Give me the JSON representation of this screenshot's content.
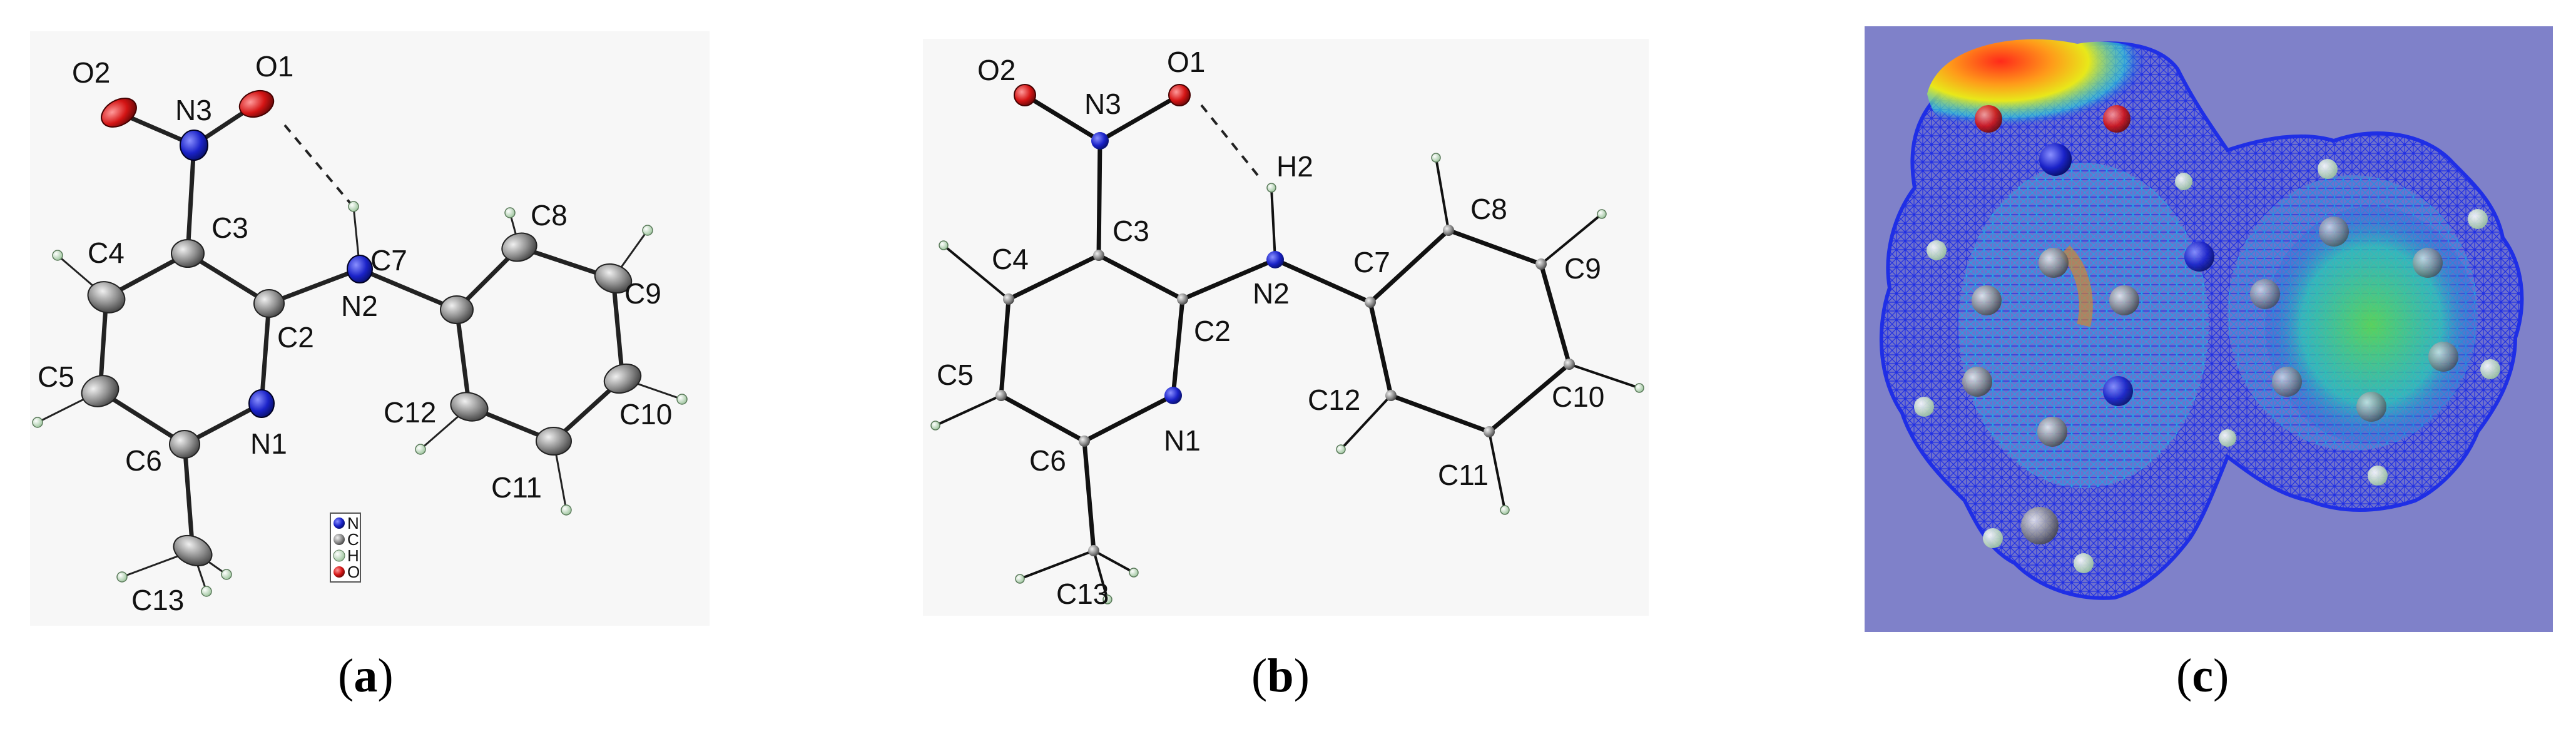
{
  "panels": {
    "a": {
      "caption_open": "(",
      "caption_letter": "a",
      "caption_close": ")",
      "atom_labels": {
        "O2": "O2",
        "N3": "N3",
        "O1": "O1",
        "C3": "C3",
        "C4": "C4",
        "C7": "C7",
        "C8": "C8",
        "N2": "N2",
        "C2": "C2",
        "C9": "C9",
        "C5": "C5",
        "N1": "N1",
        "C12": "C12",
        "C10": "C10",
        "C6": "C6",
        "C11": "C11",
        "C13": "C13"
      },
      "legend": [
        "N",
        "C",
        "H",
        "O"
      ]
    },
    "b": {
      "caption_open": "(",
      "caption_letter": "b",
      "caption_close": ")",
      "atom_labels": {
        "O2": "O2",
        "N3": "N3",
        "O1": "O1",
        "H2": "H2",
        "C3": "C3",
        "C4": "C4",
        "C7": "C7",
        "C8": "C8",
        "N2": "N2",
        "C9": "C9",
        "C2": "C2",
        "C5": "C5",
        "C12": "C12",
        "C10": "C10",
        "N1": "N1",
        "C6": "C6",
        "C11": "C11",
        "C13": "C13"
      }
    },
    "c": {
      "caption_open": "(",
      "caption_letter": "c",
      "caption_close": ")"
    }
  },
  "colors": {
    "carbon": "#8c8c8c",
    "nitrogen": "#1a22c8",
    "oxygen": "#d41414",
    "hydrogen": "#cfe6cf",
    "panel_bg": "#f7f7f7",
    "mep_bg": "#7f81c9",
    "mesh": "#1f2fe6"
  }
}
